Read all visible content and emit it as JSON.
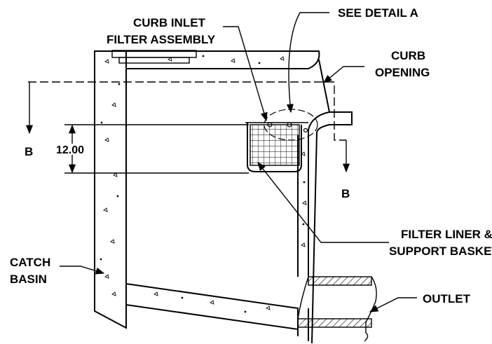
{
  "labels": {
    "curb_inlet_line1": "CURB INLET",
    "curb_inlet_line2": "FILTER ASSEMBLY",
    "see_detail": "SEE DETAIL A",
    "curb_opening_line1": "CURB",
    "curb_opening_line2": "OPENING",
    "section_mark_left": "B",
    "section_mark_right": "B",
    "dimension": "12.00",
    "filter_liner_line1": "FILTER LINER &",
    "filter_liner_line2": "SUPPORT BASKET",
    "catch_basin_line1": "CATCH",
    "catch_basin_line2": "BASIN",
    "outlet": "OUTLET"
  }
}
